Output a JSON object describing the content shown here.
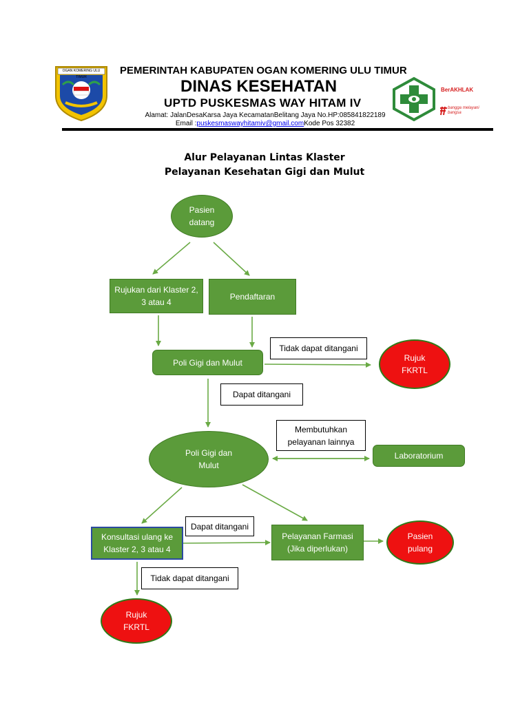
{
  "header": {
    "line1": "PEMERINTAH KABUPATEN OGAN KOMERING ULU TIMUR",
    "line2": "DINAS KESEHATAN",
    "line3": "UPTD PUSKESMAS WAY HITAM IV",
    "address": "Alamat: JalanDesaKarsa Jaya KecamatanBelitang Jaya No.HP:085841822189",
    "email_prefix": "Email :",
    "email": "puskesmaswayhitamiv@gmail.com",
    "email_suffix": "Kode Pos 32382",
    "left_logo_text": "OGAN KOMERING ULU TIMUR",
    "right_logo_text1": "BerAKHLAK",
    "right_logo_text2": "bangga melayani bangsa"
  },
  "title": {
    "line1": "Alur Pelayanan Lintas Klaster",
    "line2": "Pelayanan Kesehatan Gigi dan Mulut"
  },
  "nodes": {
    "pasien_datang": "Pasien datang",
    "rujukan": "Rujukan dari Klaster 2, 3 atau 4",
    "pendaftaran": "Pendaftaran",
    "poli1": "Poli Gigi dan Mulut",
    "rujuk1": "Rujuk FKRTL",
    "poli2": "Poli Gigi dan Mulut",
    "laboratorium": "Laboratorium",
    "konsultasi": "Konsultasi ulang ke Klaster 2, 3 atau 4",
    "farmasi": "Pelayanan Farmasi (Jika diperlukan)",
    "pasien_pulang": "Pasien pulang",
    "rujuk2": "Rujuk FKRTL"
  },
  "labels": {
    "tidak1": "Tidak dapat ditangani",
    "dapat1": "Dapat ditangani",
    "membutuhkan": "Membutuhkan pelayanan lainnya",
    "dapat2": "Dapat ditangani",
    "tidak2": "Tidak dapat ditangani"
  },
  "colors": {
    "node_green": "#5b9b3a",
    "node_red": "#ee1111",
    "arrow": "#6aaa45",
    "logo_green": "#2e8b3a"
  }
}
